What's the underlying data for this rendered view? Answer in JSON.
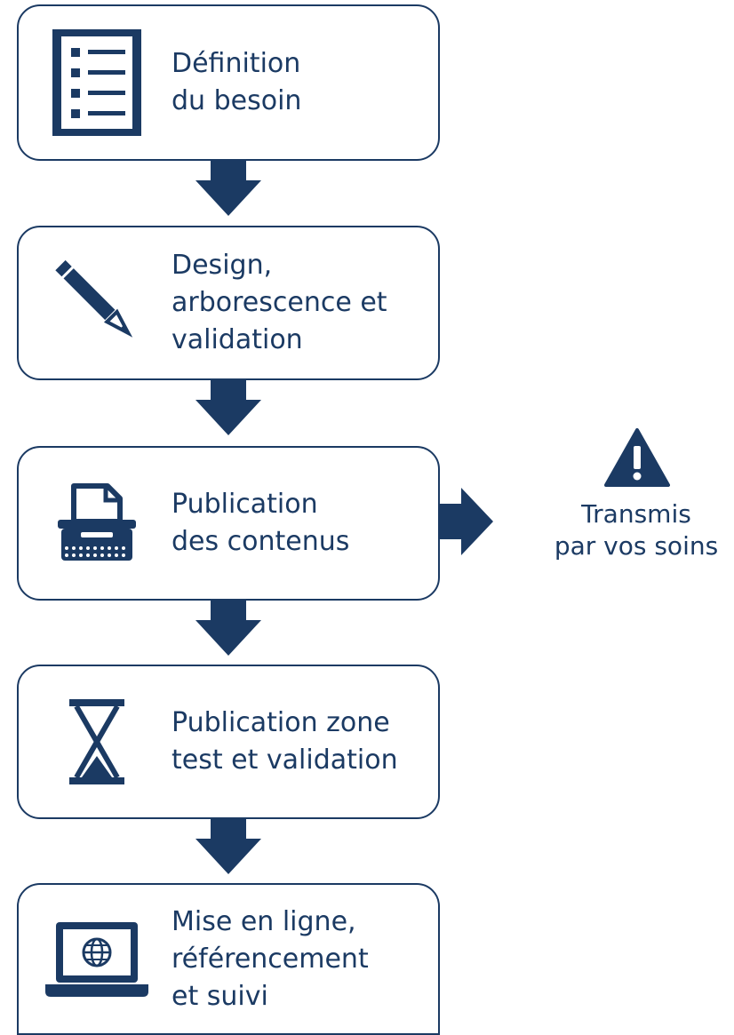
{
  "colors": {
    "primary": "#1b3a63",
    "background": "#ffffff"
  },
  "steps": [
    {
      "label": "Définition\ndu besoin",
      "icon": "checklist-icon"
    },
    {
      "label": "Design,\narborescence et\nvalidation",
      "icon": "pencil-icon"
    },
    {
      "label": "Publication\ndes contenus",
      "icon": "typewriter-icon"
    },
    {
      "label": "Publication zone\ntest et validation",
      "icon": "hourglass-icon"
    },
    {
      "label": "Mise en ligne,\nréférencement\net suivi",
      "icon": "laptop-globe-icon"
    }
  ],
  "side_note": {
    "icon": "warning-icon",
    "text": "Transmis\npar vos soins"
  }
}
